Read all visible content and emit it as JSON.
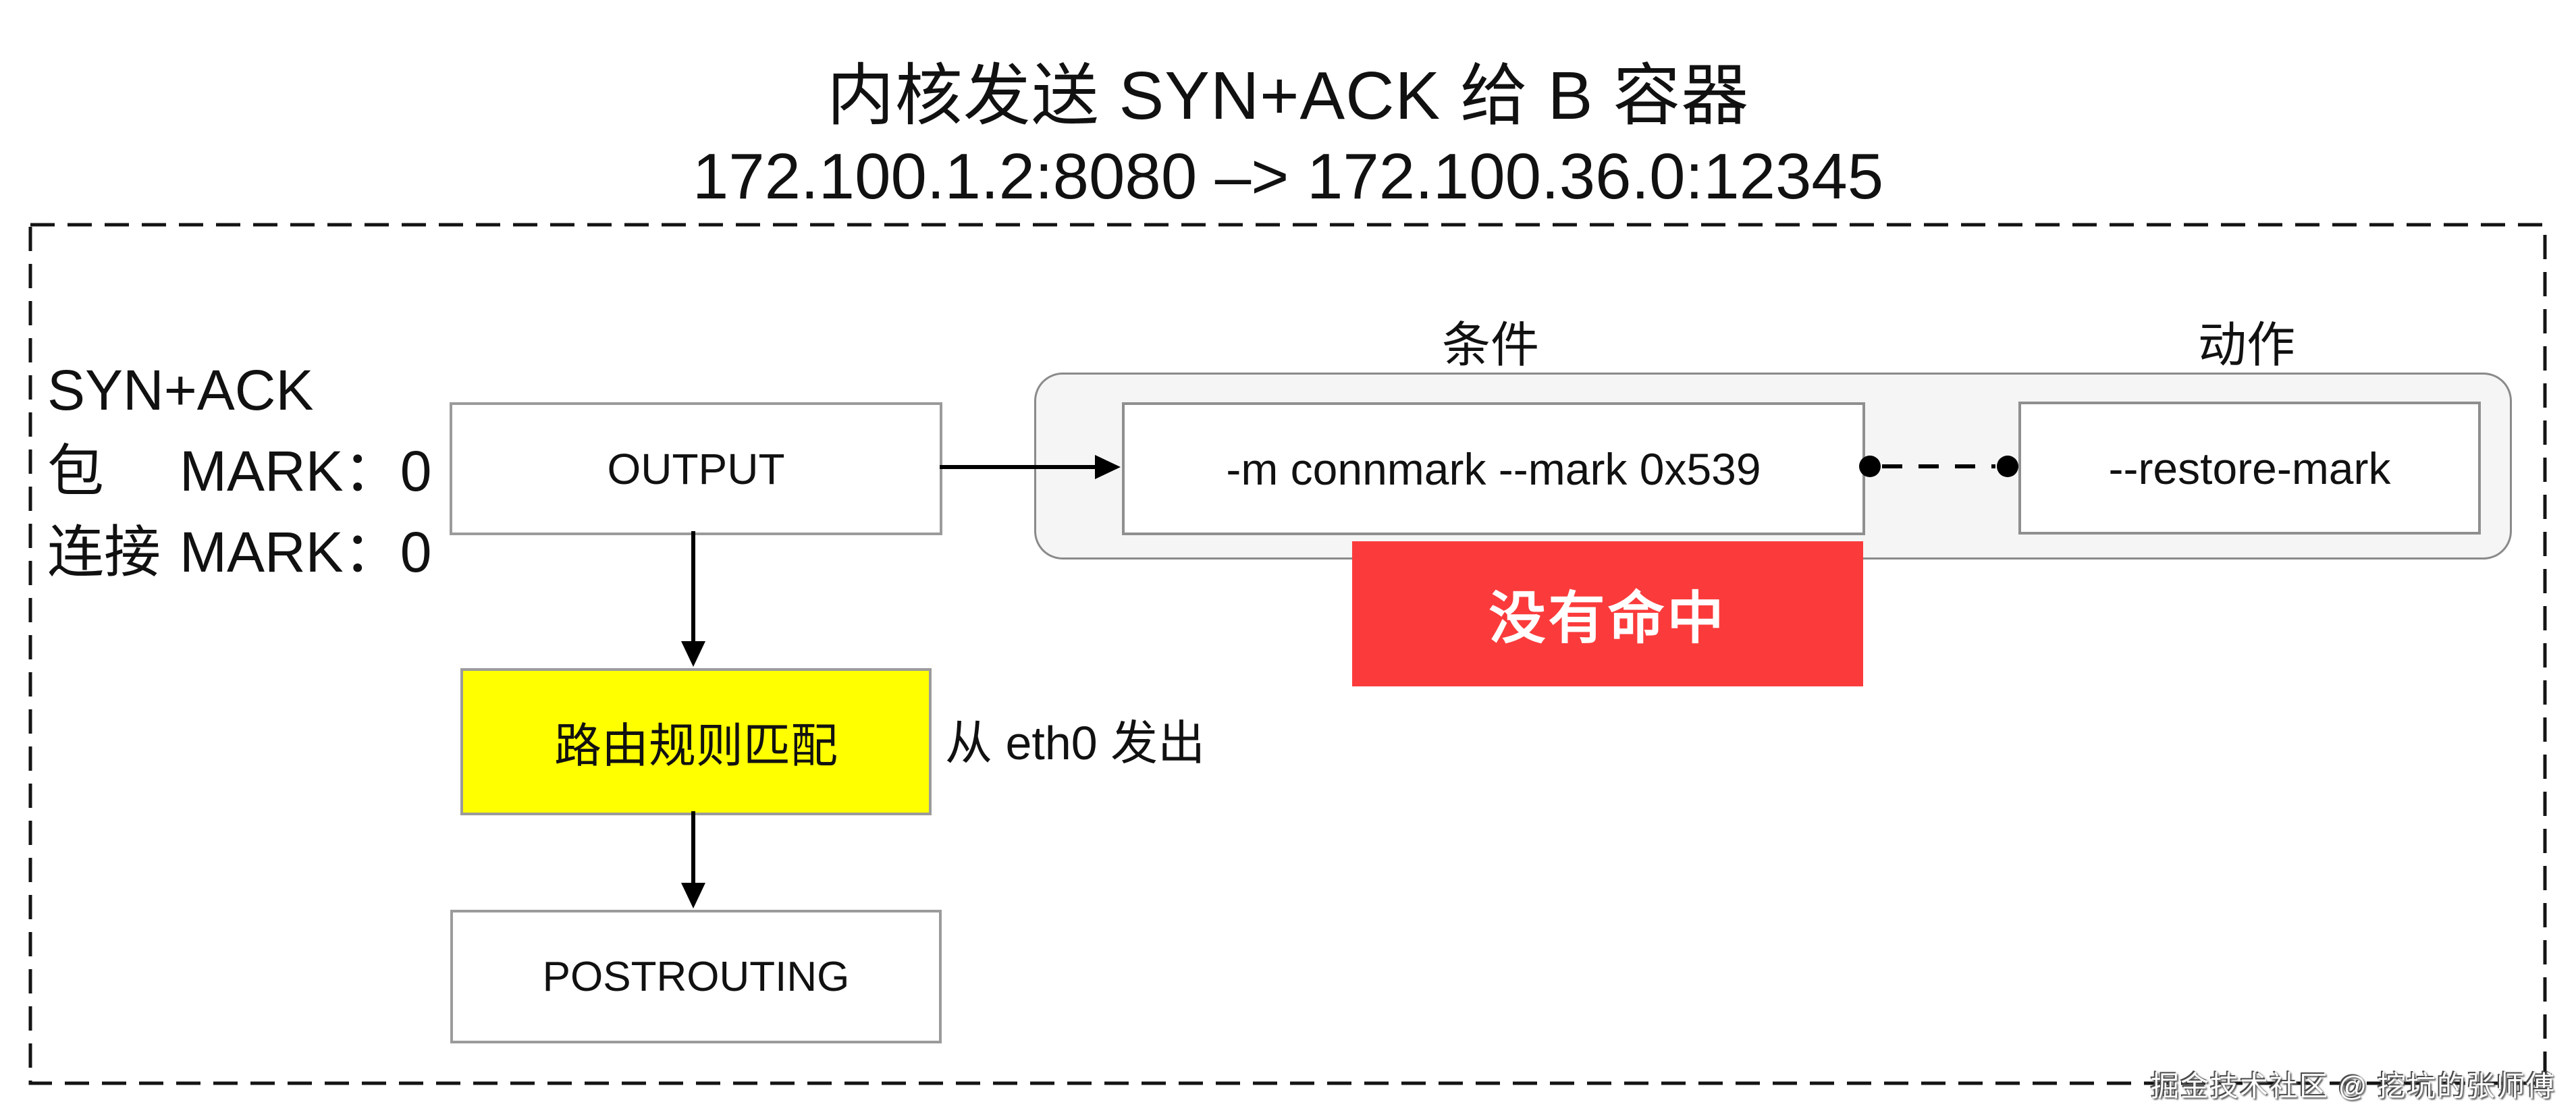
{
  "header": {
    "title": "内核发送 SYN+ACK 给 B 容器",
    "subtitle": "172.100.1.2:8080 –> 172.100.36.0:12345"
  },
  "packet": {
    "proto": "SYN+ACK",
    "pkt_label": "包",
    "pkt_mark": "MARK：0",
    "conn_label": "连接",
    "conn_mark": "MARK：0"
  },
  "nodes": {
    "output": "OUTPUT",
    "condition_header": "条件",
    "action_header": "动作",
    "condition_rule": "-m connmark --mark 0x539",
    "action_rule": "--restore-mark",
    "miss_badge": "没有命中",
    "routing": "路由规则匹配",
    "egress_note": "从 eth0 发出",
    "postrouting": "POSTROUTING"
  },
  "watermark": "掘金技术社区 @ 挖坑的张师傅",
  "colors": {
    "miss_red": "#fb3b3b",
    "routing_yellow": "#ffff00",
    "container_fill": "#f5f5f5",
    "box_border_gray": "#9b9b9b",
    "frame_dash_black": "#141414"
  }
}
